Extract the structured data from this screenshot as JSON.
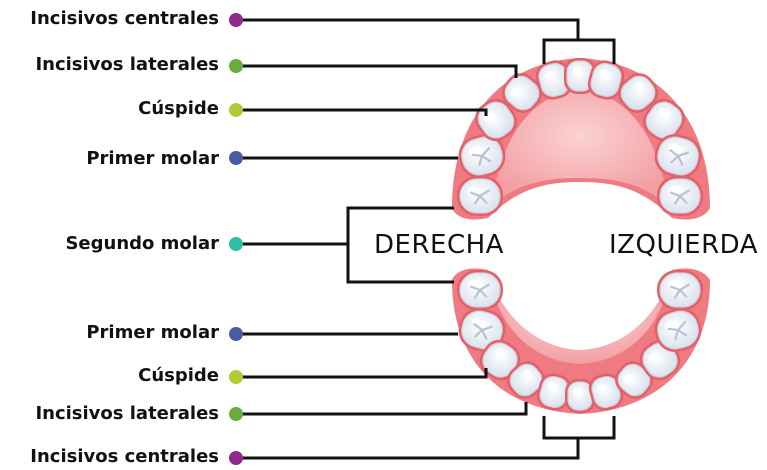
{
  "labels": {
    "upper": [
      {
        "text": "Incisivos centrales",
        "color": "#8e2b8a"
      },
      {
        "text": "Incisivos laterales",
        "color": "#6aad3e"
      },
      {
        "text": "Cúspide",
        "color": "#b5c935"
      },
      {
        "text": "Primer molar",
        "color": "#4b5aa6"
      }
    ],
    "middle": {
      "text": "Segundo molar",
      "color": "#2fbfa7"
    },
    "lower": [
      {
        "text": "Primer molar",
        "color": "#4b5aa6"
      },
      {
        "text": "Cúspide",
        "color": "#b5c935"
      },
      {
        "text": "Incisivos laterales",
        "color": "#6aad3e"
      },
      {
        "text": "Incisivos centrales",
        "color": "#8e2b8a"
      }
    ]
  },
  "sides": {
    "right": "DERECHA",
    "left": "IZQUIERDA"
  },
  "colors": {
    "gum": "#f07b82",
    "gum_light": "#f7b3b6",
    "palate": "#f4a6a8",
    "tooth": "#f7f9fc",
    "tooth_shade": "#c9d3e0",
    "line": "#111111"
  }
}
